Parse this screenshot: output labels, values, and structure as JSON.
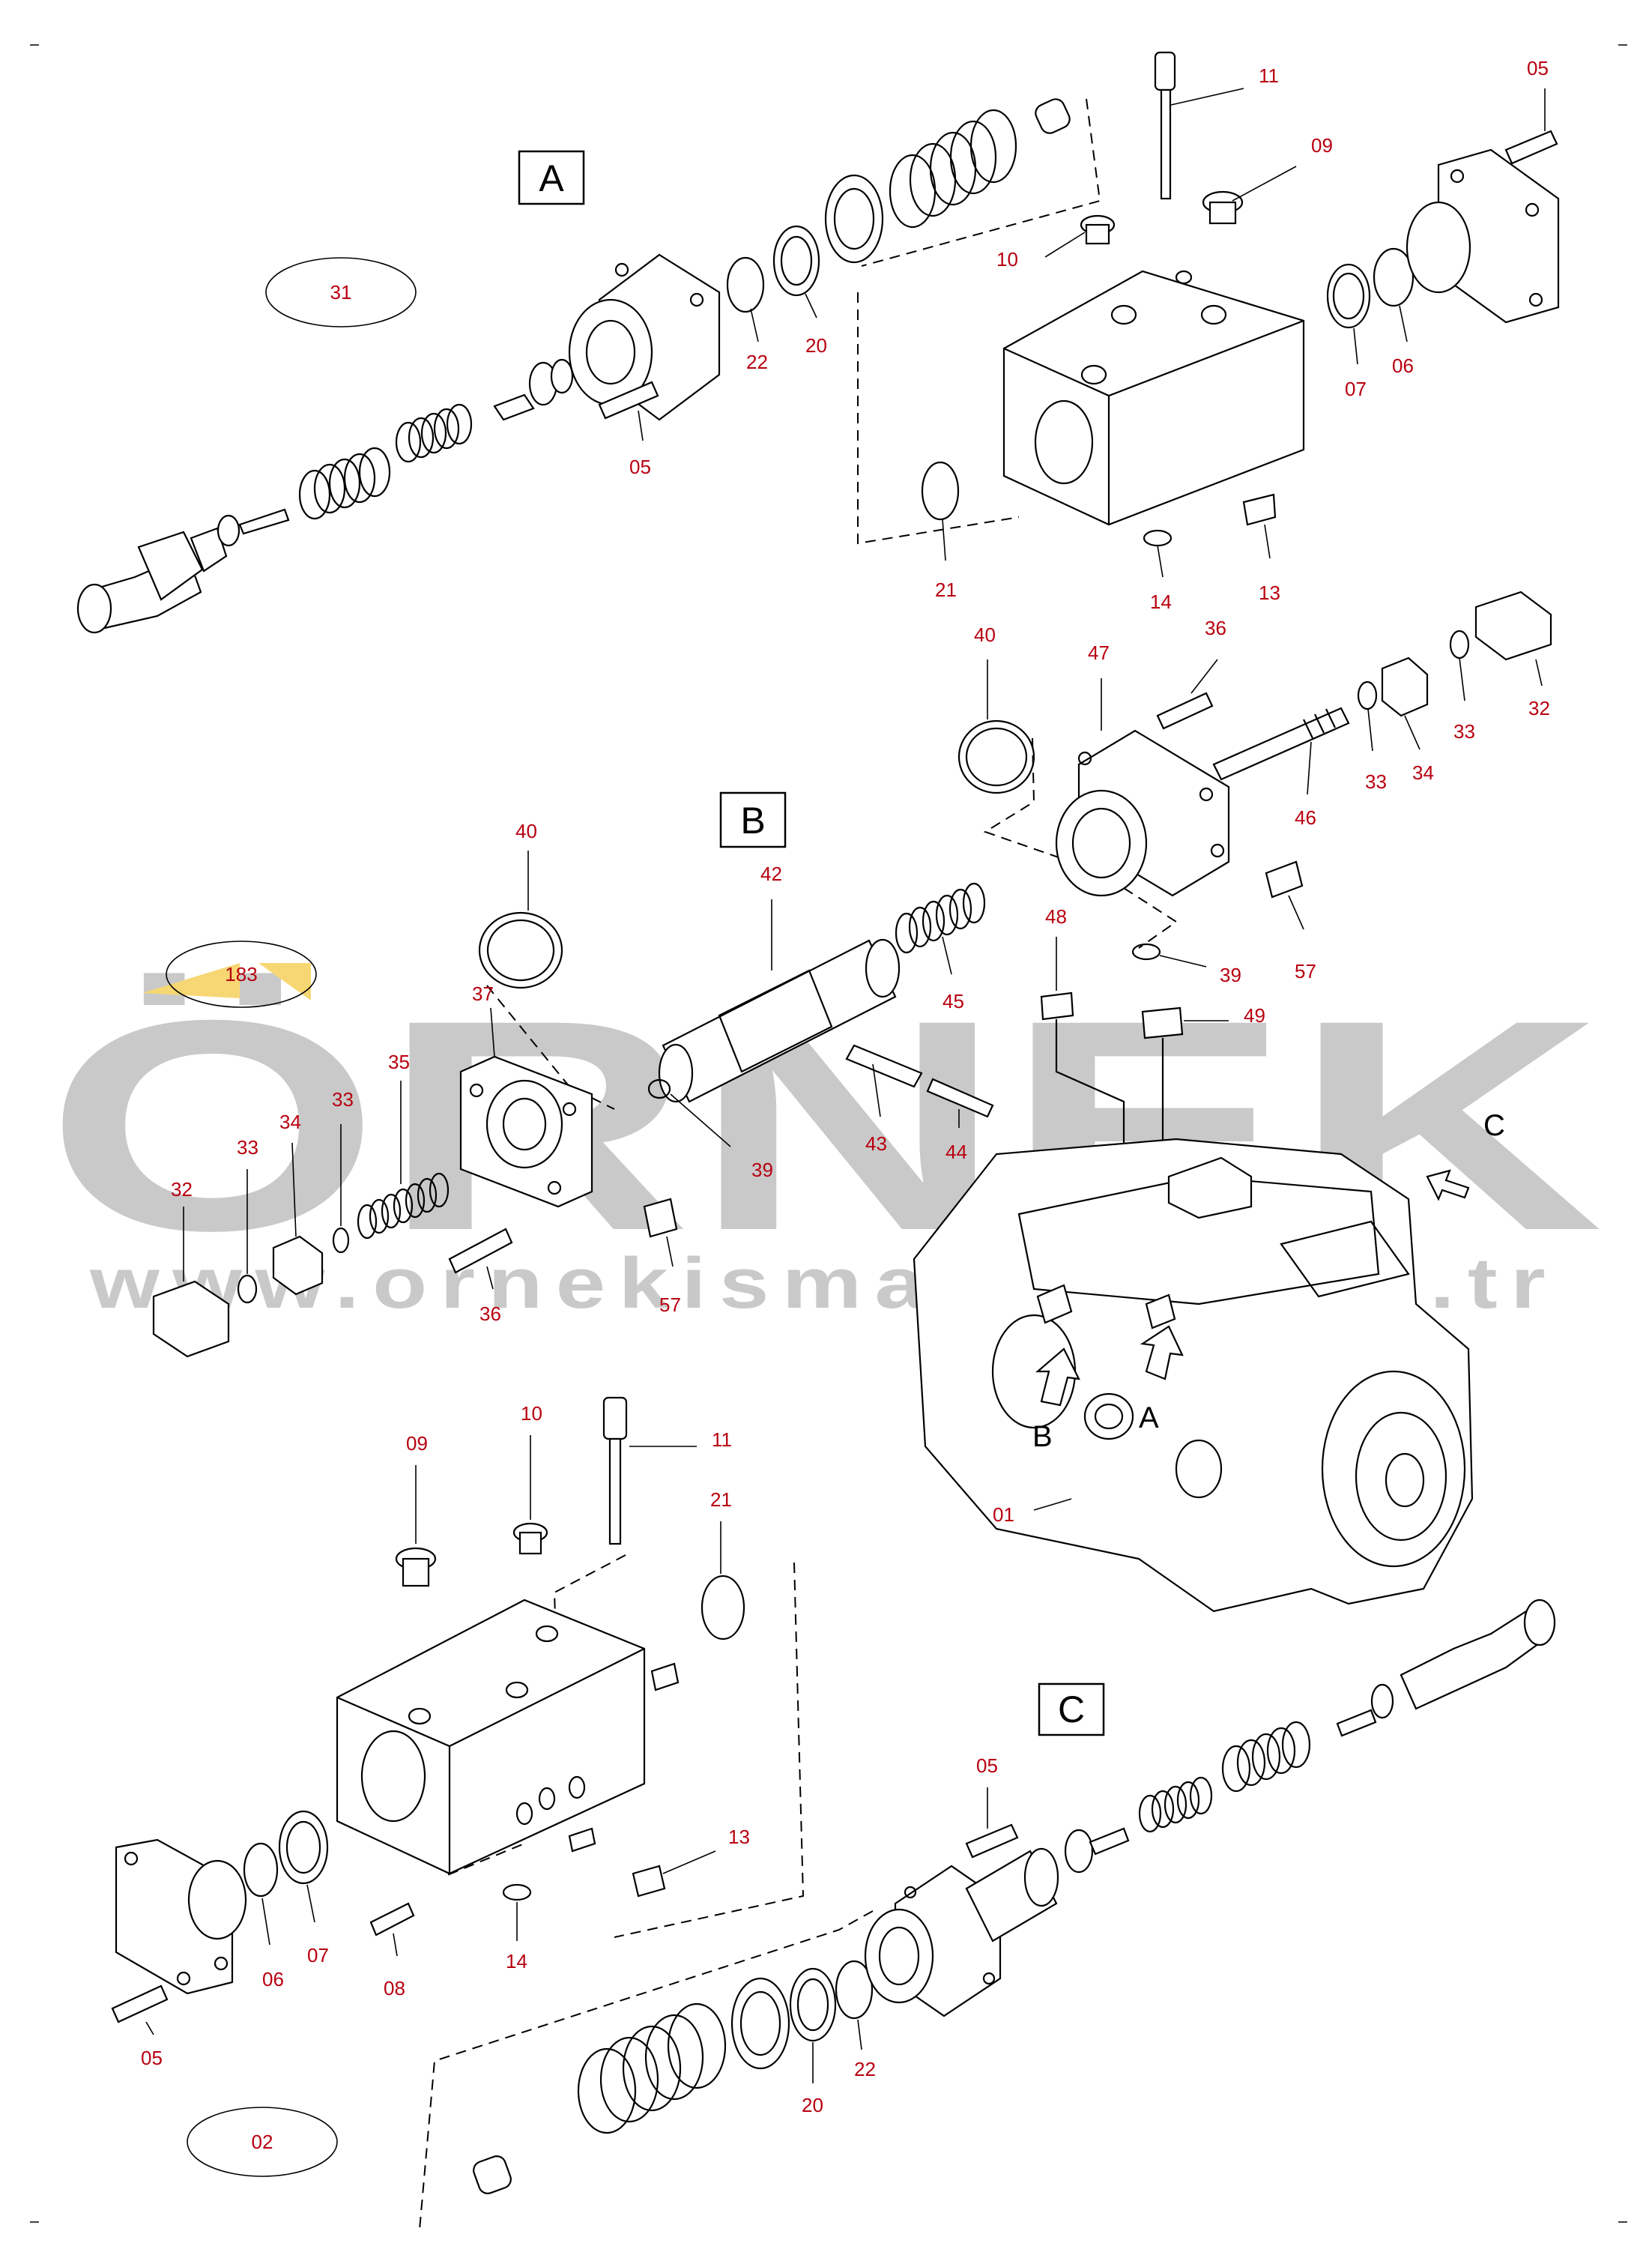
{
  "watermark": {
    "brand": "ÖRNEK",
    "url": "www.ornekismakina.com.tr"
  },
  "sections": {
    "a": "A",
    "b": "B",
    "c": "C"
  },
  "references": {
    "ref_31": "31",
    "ref_183": "183",
    "ref_02": "02"
  },
  "view_arrows": {
    "a": "A",
    "b": "B",
    "c": "C"
  },
  "section_a_labels": {
    "n11": "11",
    "n05_top": "05",
    "n09": "09",
    "n10": "10",
    "n22": "22",
    "n20": "20",
    "n07": "07",
    "n06": "06",
    "n05_mid": "05",
    "n21": "21",
    "n14": "14",
    "n13": "13"
  },
  "section_b_labels": {
    "n40_right": "40",
    "n36_right": "36",
    "n47": "47",
    "n32_right": "32",
    "n33_right_a": "33",
    "n33_right_b": "33",
    "n34_right": "34",
    "n46": "46",
    "n57_right": "57",
    "n39_right": "39",
    "n48": "48",
    "n49": "49",
    "n40_left": "40",
    "n42": "42",
    "n45": "45",
    "n37": "37",
    "n35": "35",
    "n33_left_a": "33",
    "n34_left": "34",
    "n33_left_b": "33",
    "n32_left": "32",
    "n43": "43",
    "n44": "44",
    "n39_left": "39",
    "n57_left": "57",
    "n36_left": "36",
    "n01": "01"
  },
  "section_c_labels": {
    "n09": "09",
    "n10": "10",
    "n11": "11",
    "n21": "21",
    "n13": "13",
    "n14": "14",
    "n08": "08",
    "n06": "06",
    "n07": "07",
    "n05_left": "05",
    "n05_mid": "05",
    "n22": "22",
    "n20": "20"
  },
  "colors": {
    "label_red": "#b8000f",
    "watermark_gray": "#c9c9c9",
    "ref_183_yellow": "#f7d774"
  }
}
